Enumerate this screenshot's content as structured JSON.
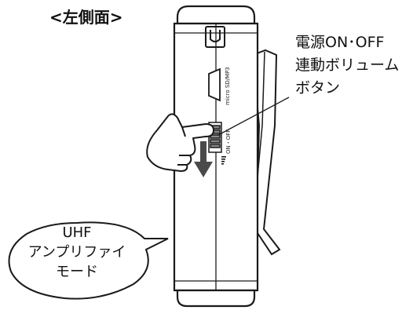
{
  "section_title": "<左側面>",
  "callout_lines": [
    "電源ON･OFF",
    "連動ボリューム",
    "ボタン"
  ],
  "bubble_lines": [
    "UHF",
    "アンプリファイ",
    "モード"
  ],
  "slot_label": "micro SD/MP3",
  "switch_label": "ON・OFF",
  "icons": {
    "hand": "pointing-hand-icon",
    "arrow": "down-arrow-icon",
    "volume": "volume-bars-icon"
  },
  "colors": {
    "line": "#1a1a1a",
    "fill": "#ffffff",
    "accent": "#4a4a4a"
  }
}
